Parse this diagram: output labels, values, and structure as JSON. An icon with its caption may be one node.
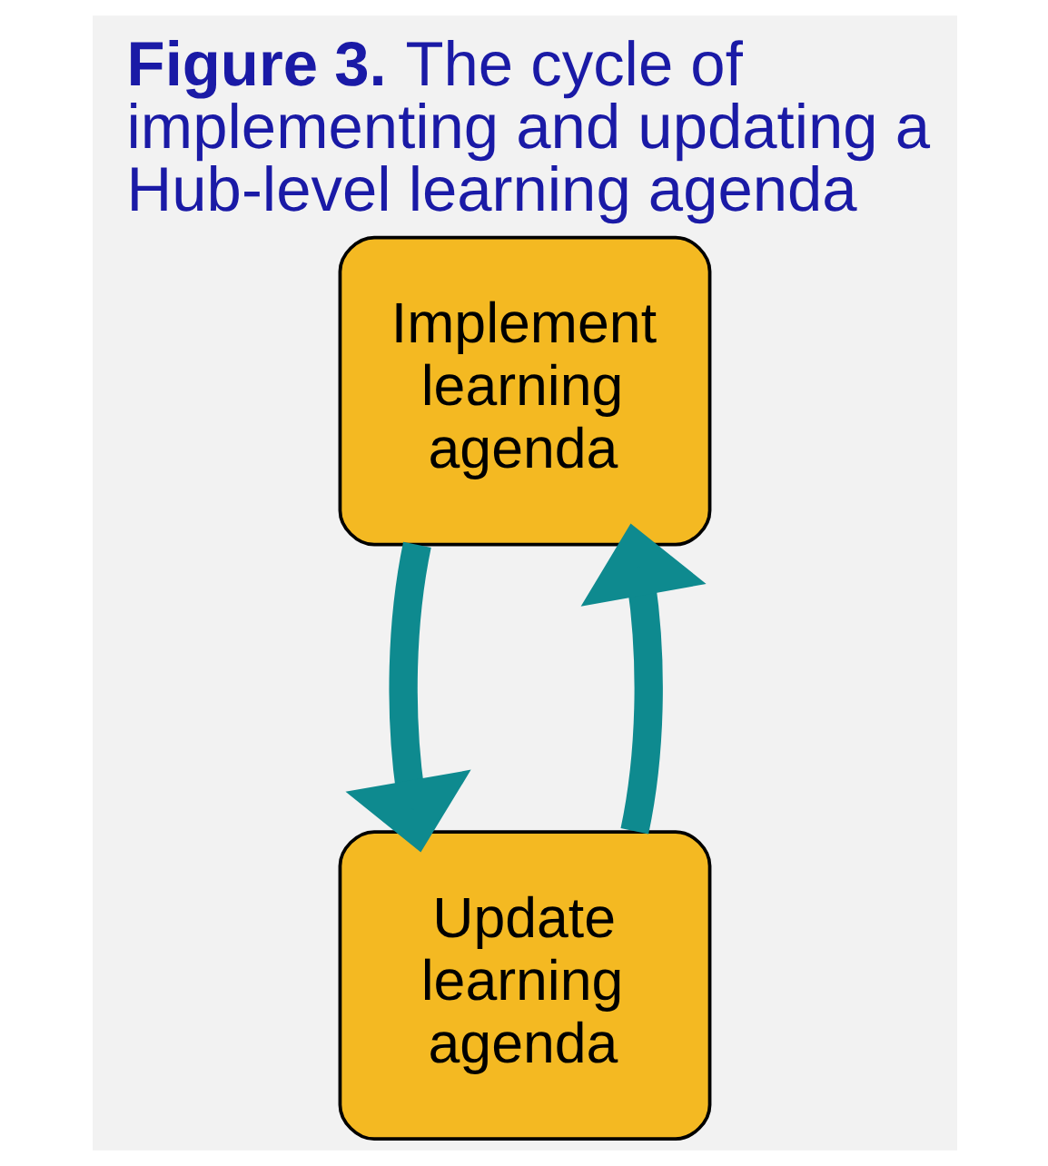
{
  "diagram": {
    "title": "**Figure 3.** The cycle of implementing and updating a Hub-level learning agenda",
    "nodes": [
      {
        "text": [
          "Implement learning agenda"
        ]
      },
      {
        "text": [
          "Update learning agenda"
        ]
      }
    ],
    "edges": [
      {
        "from": 0,
        "to": 1,
        "arrow": "to"
      },
      {
        "from": 1,
        "to": 0,
        "arrow": "to"
      }
    ]
  }
}
